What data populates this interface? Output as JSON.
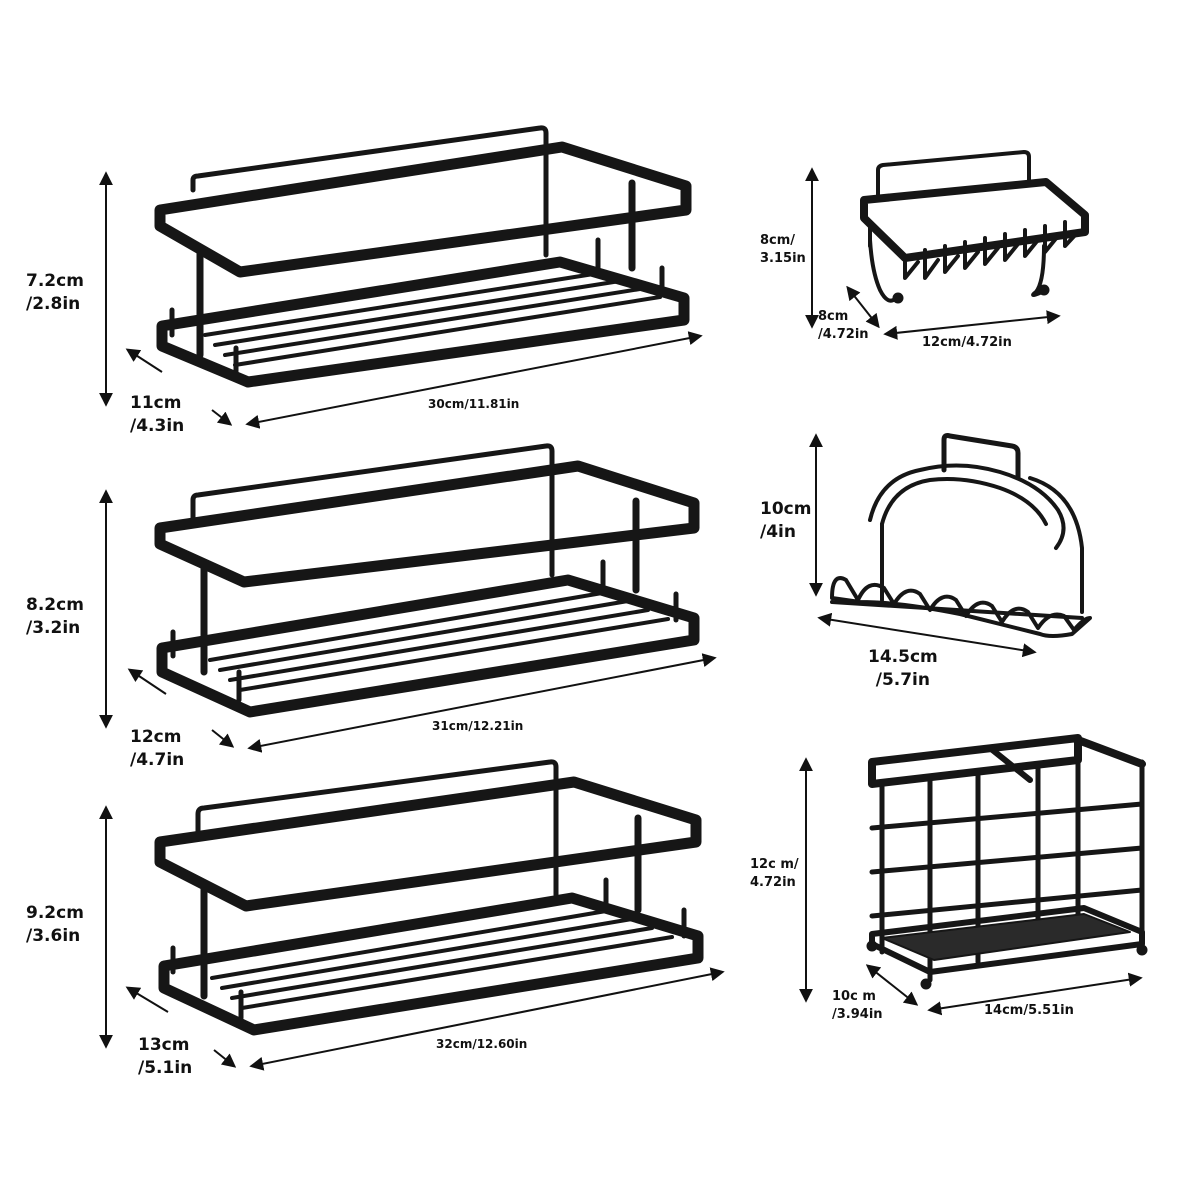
{
  "shelf_small": {
    "height": "7.2cm\n/2.8in",
    "depth": "11cm\n/4.3in",
    "width": "30cm/11.81in"
  },
  "shelf_medium": {
    "height": "8.2cm\n/3.2in",
    "depth": "12cm\n/4.7in",
    "width": "31cm/12.21in"
  },
  "shelf_large": {
    "height": "9.2cm\n/3.6in",
    "depth": "13cm\n/5.1in",
    "width": "32cm/12.60in"
  },
  "soap_holder": {
    "height": "8cm/\n3.15in",
    "depth": "8cm\n/4.72in",
    "width": "12cm/4.72in"
  },
  "towel_rack": {
    "height": "10cm\n/4in",
    "width": "14.5cm\n/5.7in"
  },
  "toothbrush_holder": {
    "height": "12c m/\n4.72in",
    "depth": "10c m\n/3.94in",
    "width": "14cm/5.51in"
  },
  "colors": {
    "product": "#161616",
    "arrow": "#111111"
  }
}
